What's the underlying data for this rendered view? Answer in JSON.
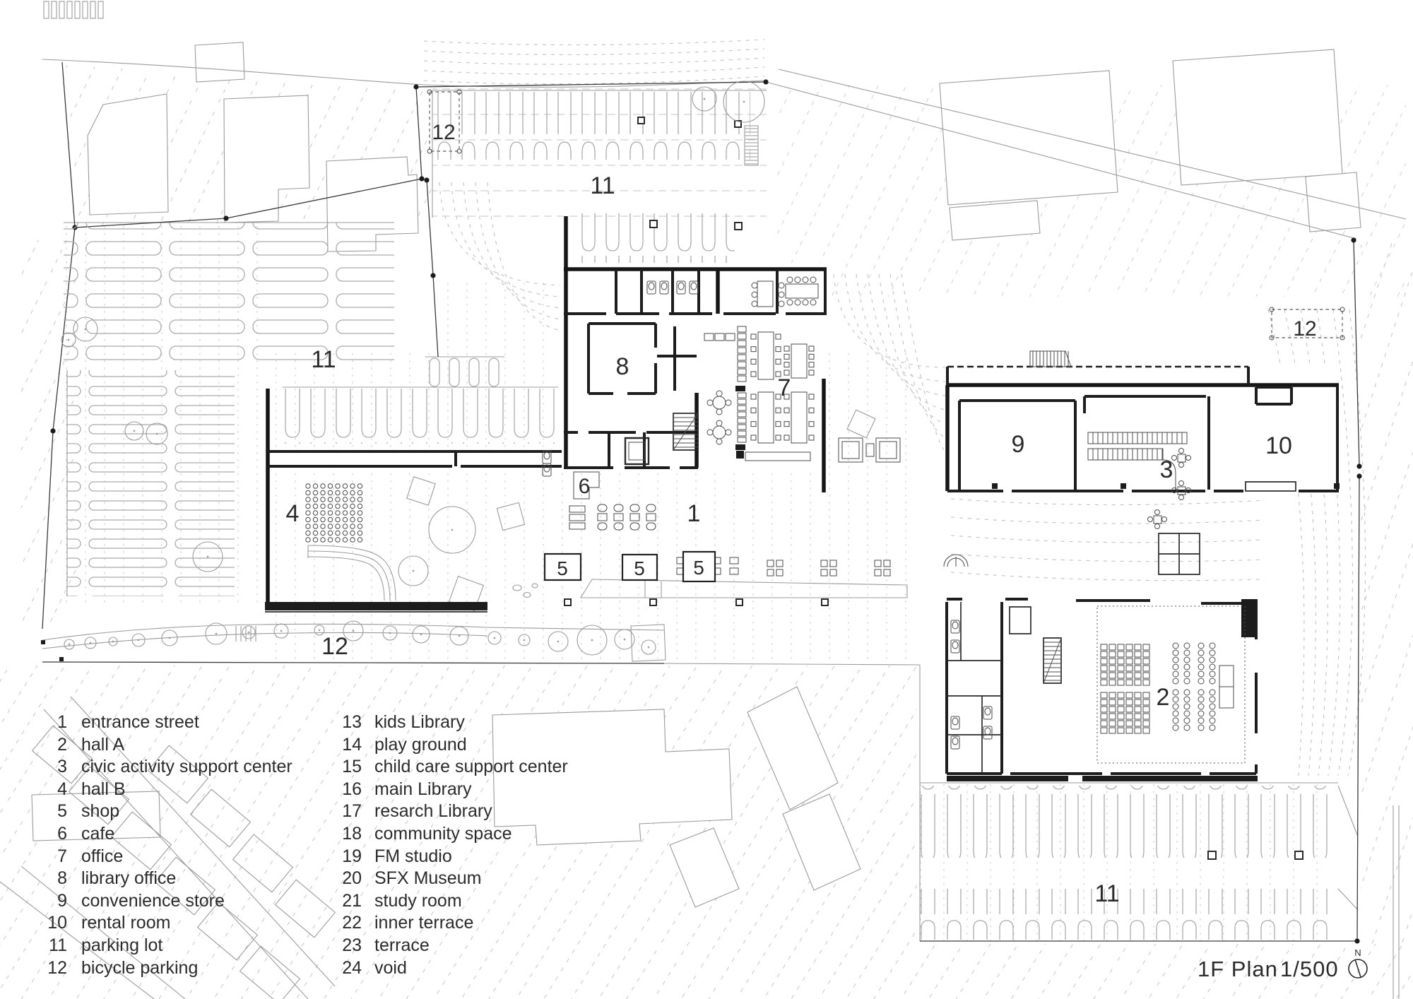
{
  "drawing": {
    "title": "1F Plan",
    "scale": "1/500",
    "north_label": "N"
  },
  "legend": {
    "items": [
      {
        "num": "1",
        "label": "entrance street"
      },
      {
        "num": "2",
        "label": "hall A"
      },
      {
        "num": "3",
        "label": "civic activity support center"
      },
      {
        "num": "4",
        "label": "hall B"
      },
      {
        "num": "5",
        "label": "shop"
      },
      {
        "num": "6",
        "label": "cafe"
      },
      {
        "num": "7",
        "label": "office"
      },
      {
        "num": "8",
        "label": "library office"
      },
      {
        "num": "9",
        "label": "convenience store"
      },
      {
        "num": "10",
        "label": "rental room"
      },
      {
        "num": "11",
        "label": "parking lot"
      },
      {
        "num": "12",
        "label": "bicycle parking"
      },
      {
        "num": "13",
        "label": "kids Library"
      },
      {
        "num": "14",
        "label": "play ground"
      },
      {
        "num": "15",
        "label": "child care support center"
      },
      {
        "num": "16",
        "label": "main Library"
      },
      {
        "num": "17",
        "label": "resarch Library"
      },
      {
        "num": "18",
        "label": "community space"
      },
      {
        "num": "19",
        "label": "FM studio"
      },
      {
        "num": "20",
        "label": "SFX Museum"
      },
      {
        "num": "21",
        "label": "study room"
      },
      {
        "num": "22",
        "label": "inner terrace"
      },
      {
        "num": "23",
        "label": "terrace"
      },
      {
        "num": "24",
        "label": "void"
      }
    ]
  },
  "plan_labels": {
    "t12_topleft": "12",
    "t11_top": "11",
    "t11_left": "11",
    "t8": "8",
    "t7": "7",
    "t9": "9",
    "t3": "3",
    "t10": "10",
    "t12_right": "12",
    "t6": "6",
    "t4": "4",
    "t1": "1",
    "t5a": "5",
    "t5b": "5",
    "t5c": "5",
    "t12_south": "12",
    "t2": "2",
    "t11_south": "11"
  },
  "colors": {
    "ink": "#1c1c1c",
    "context_gray": "#9b9b9b",
    "contour_gray": "#c2c2c2",
    "parking_gray": "#ababab",
    "paper": "#ffffff"
  }
}
